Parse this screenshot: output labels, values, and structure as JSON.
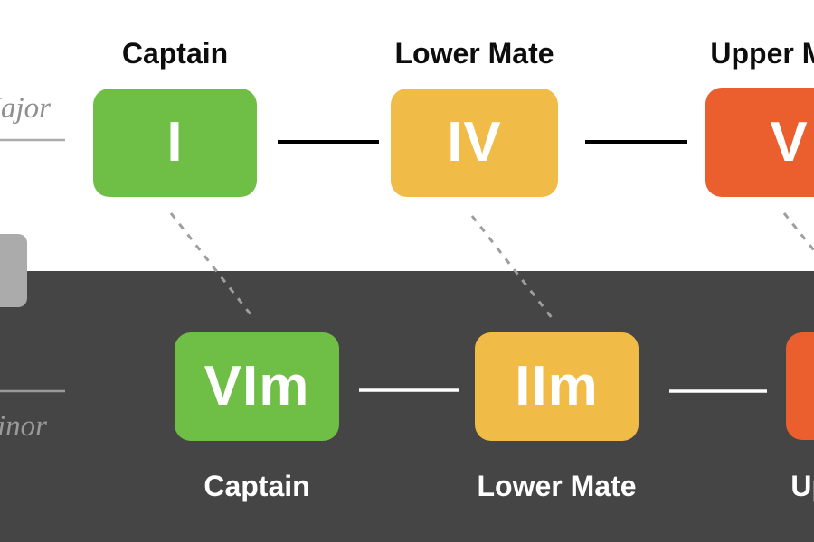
{
  "palette": {
    "captain_green": "#6fbe45",
    "lower_mate_yellow": "#f0bc47",
    "upper_mate_orange": "#ea5f2d",
    "minor_section_background": "#454546",
    "major_section_background": "#ffffff",
    "connector_line_major": "#000000",
    "connector_line_minor": "#ffffff",
    "dashed_link_gray": "#9e9e9e",
    "side_label_gray": "#8f8f8f",
    "gray_tab": "#ababab"
  },
  "sections": {
    "major": {
      "side_label": "Major",
      "nodes": [
        {
          "role": "Captain",
          "numeral": "I",
          "color": "#6fbe45"
        },
        {
          "role": "Lower Mate",
          "numeral": "IV",
          "color": "#f0bc47"
        },
        {
          "role": "Upper Mate",
          "numeral": "V",
          "color": "#ea5f2d"
        }
      ]
    },
    "minor": {
      "side_label": "minor",
      "nodes": [
        {
          "role": "Captain",
          "numeral": "VIm",
          "color": "#6fbe45"
        },
        {
          "role": "Lower Mate",
          "numeral": "IIm",
          "color": "#f0bc47"
        },
        {
          "role": "Upper Mate",
          "numeral": "",
          "color": "#ea5f2d"
        }
      ]
    }
  }
}
